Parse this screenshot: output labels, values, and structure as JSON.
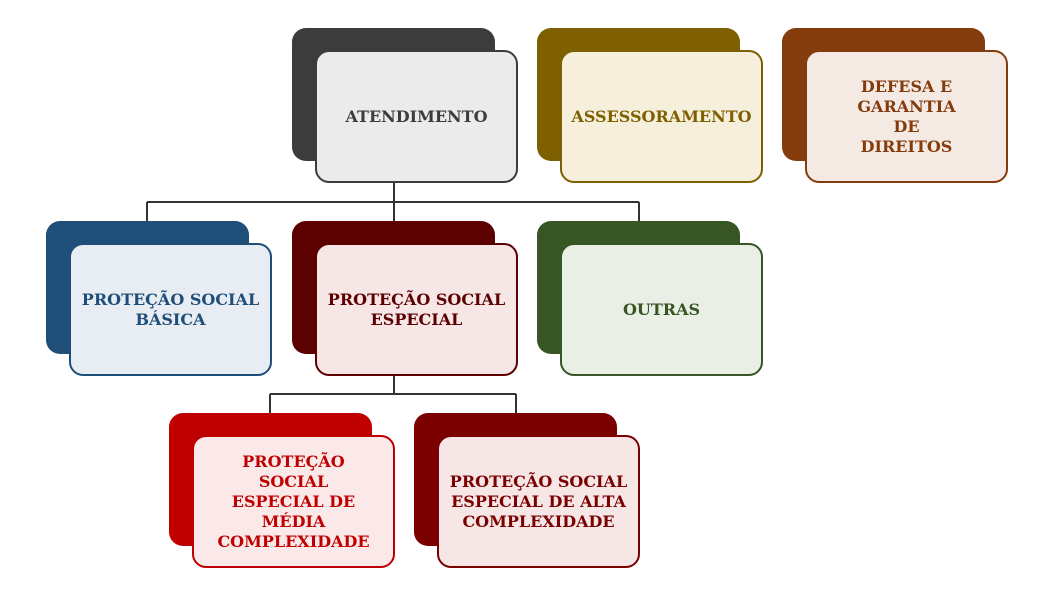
{
  "diagram": {
    "nodes": {
      "atendimento": {
        "label": "ATENDIMENTO",
        "color": "#3c3c3c",
        "fill": "#ebebeb",
        "text_color": "#3c3c3c"
      },
      "assessoramento": {
        "label": "ASSESSORAMENTO",
        "color": "#7f6000",
        "fill": "#f6efdb",
        "text_color": "#7f6000"
      },
      "defesa": {
        "label": "DEFESA E GARANTIA DE DIREITOS",
        "color": "#843c0c",
        "fill": "#f5e9e4",
        "text_color": "#843c0c"
      },
      "basica": {
        "label": "PROTEÇÃO SOCIAL BÁSICA",
        "color": "#1f4e79",
        "fill": "#e8edf4",
        "text_color": "#1f4e79"
      },
      "especial": {
        "label": "PROTEÇÃO SOCIAL ESPECIAL",
        "color": "#5c0000",
        "fill": "#f6e6e6",
        "text_color": "#5c0000"
      },
      "outras": {
        "label": "OUTRAS",
        "color": "#375623",
        "fill": "#eaefe6",
        "text_color": "#375623"
      },
      "media": {
        "label": "PROTEÇÃO SOCIAL ESPECIAL DE MÉDIA COMPLEXIDADE",
        "color": "#c00000",
        "fill": "#fbe9e9",
        "text_color": "#c00000"
      },
      "alta": {
        "label": "PROTEÇÃO SOCIAL ESPECIAL DE ALTA COMPLEXIDADE",
        "color": "#7b0000",
        "fill": "#f6e6e6",
        "text_color": "#7b0000"
      }
    },
    "connector_color": "#333333"
  }
}
